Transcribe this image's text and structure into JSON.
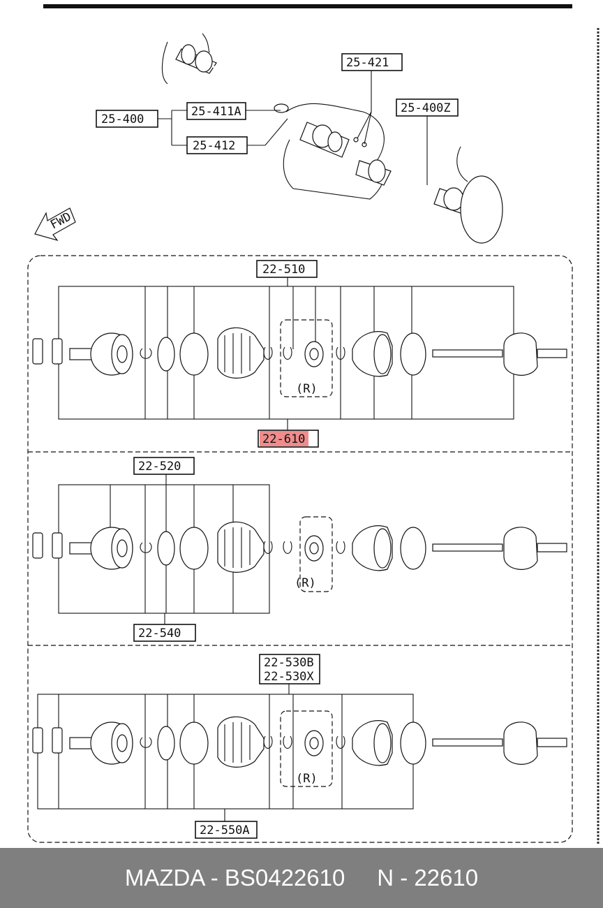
{
  "labels": {
    "c25_400": "25-400",
    "c25_411a": "25-411A",
    "c25_412": "25-412",
    "c25_421": "25-421",
    "c25_400z": "25-400Z",
    "fwd": "FWD",
    "c22_510": "22-510",
    "c22_610": "22-610",
    "c22_520": "22-520",
    "c22_540": "22-540",
    "c22_530b": "22-530B",
    "c22_530x": "22-530X",
    "c22_550a": "22-550A",
    "r": "(R)"
  },
  "highlight_color": "#f08c8c",
  "footer": {
    "text": "MAZDA - BS0422610     N - 22610",
    "background": "#7f7f7f"
  }
}
